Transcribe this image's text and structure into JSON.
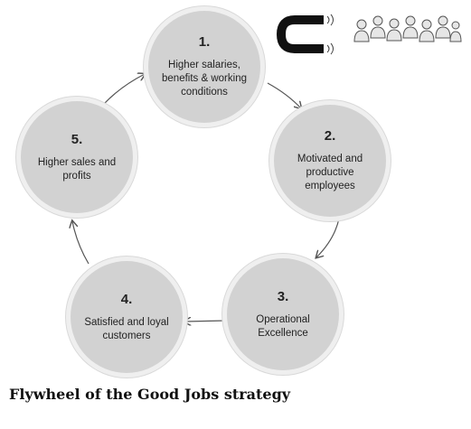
{
  "nodes": [
    {
      "number": "1.",
      "label": "Higher salaries, benefits & working conditions"
    },
    {
      "number": "2.",
      "label": "Motivated and productive employees"
    },
    {
      "number": "3.",
      "label": "Operational Excellence"
    },
    {
      "number": "4.",
      "label": "Satisfied and loyal customers"
    },
    {
      "number": "5.",
      "label": "Higher sales and profits"
    }
  ],
  "icons": [
    "magnet-icon",
    "people-group-icon"
  ],
  "caption": "Flywheel of the Good Jobs strategy"
}
